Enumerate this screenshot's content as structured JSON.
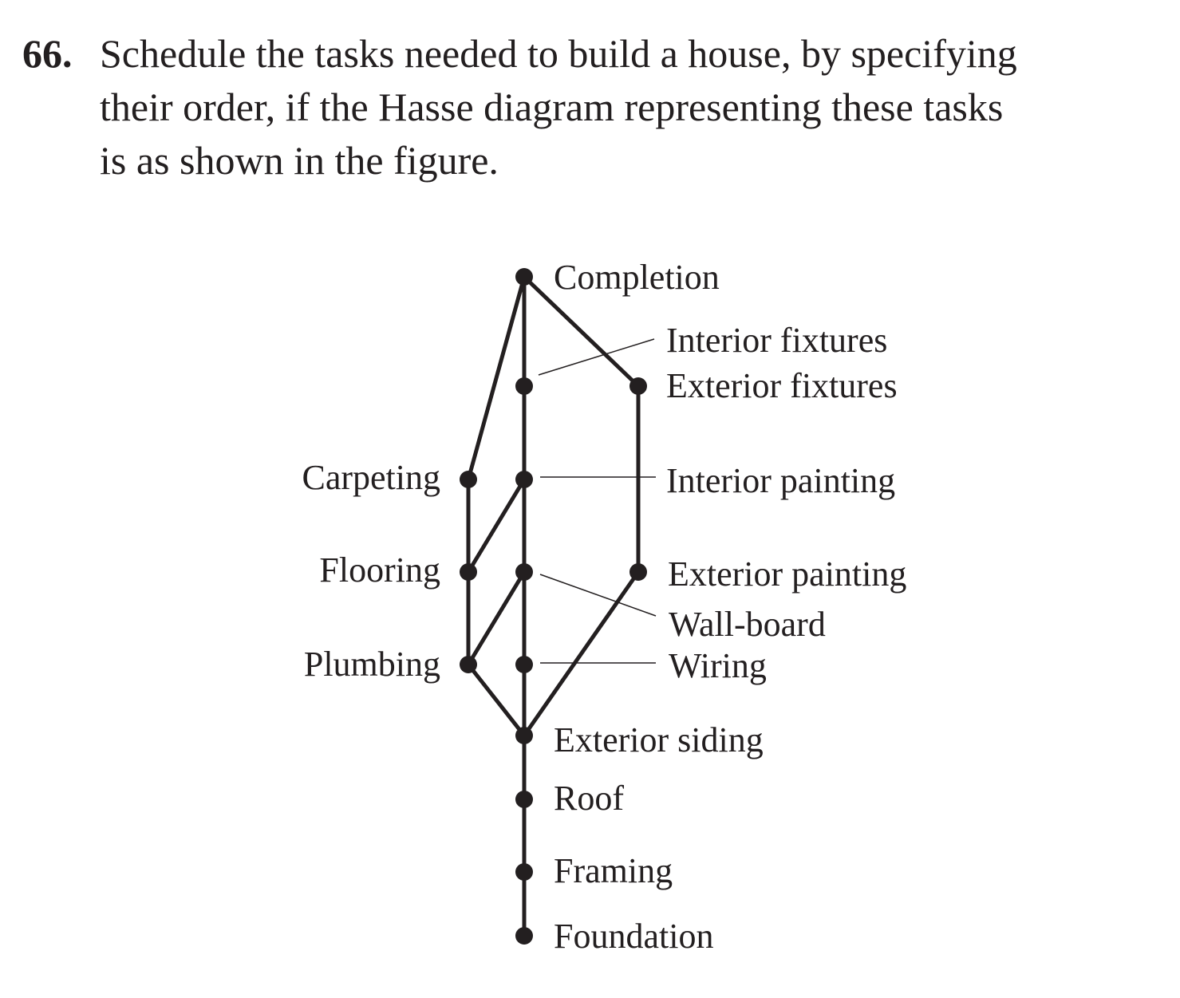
{
  "problem": {
    "number": "66.",
    "lines": [
      "Schedule the tasks needed to build a house, by specifying",
      "their order, if the Hasse diagram representing these tasks",
      "is as shown in the figure."
    ]
  },
  "diagram": {
    "type": "hasse",
    "nodes": [
      {
        "id": "completion",
        "label": "Completion"
      },
      {
        "id": "interior_fixtures",
        "label": "Interior fixtures"
      },
      {
        "id": "exterior_fixtures",
        "label": "Exterior fixtures"
      },
      {
        "id": "carpeting",
        "label": "Carpeting"
      },
      {
        "id": "interior_painting",
        "label": "Interior painting"
      },
      {
        "id": "flooring",
        "label": "Flooring"
      },
      {
        "id": "wall_board",
        "label": "Wall-board"
      },
      {
        "id": "exterior_painting",
        "label": "Exterior painting"
      },
      {
        "id": "plumbing",
        "label": "Plumbing"
      },
      {
        "id": "wiring",
        "label": "Wiring"
      },
      {
        "id": "exterior_siding",
        "label": "Exterior siding"
      },
      {
        "id": "roof",
        "label": "Roof"
      },
      {
        "id": "framing",
        "label": "Framing"
      },
      {
        "id": "foundation",
        "label": "Foundation"
      }
    ],
    "edges": [
      [
        "completion",
        "carpeting"
      ],
      [
        "completion",
        "interior_fixtures"
      ],
      [
        "completion",
        "exterior_fixtures"
      ],
      [
        "interior_fixtures",
        "interior_painting"
      ],
      [
        "exterior_fixtures",
        "exterior_painting"
      ],
      [
        "carpeting",
        "flooring"
      ],
      [
        "interior_painting",
        "flooring"
      ],
      [
        "interior_painting",
        "wall_board"
      ],
      [
        "flooring",
        "plumbing"
      ],
      [
        "wall_board",
        "plumbing"
      ],
      [
        "wall_board",
        "wiring"
      ],
      [
        "plumbing",
        "exterior_siding"
      ],
      [
        "wiring",
        "exterior_siding"
      ],
      [
        "exterior_painting",
        "exterior_siding"
      ],
      [
        "exterior_siding",
        "roof"
      ],
      [
        "roof",
        "framing"
      ],
      [
        "framing",
        "foundation"
      ]
    ],
    "color": "#231f20"
  }
}
